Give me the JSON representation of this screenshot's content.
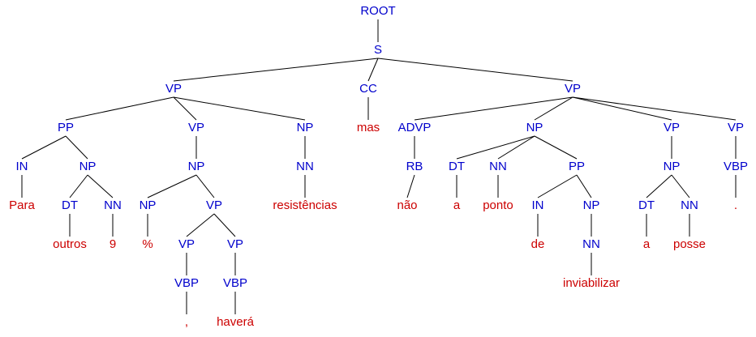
{
  "colors": {
    "phrase": "#0000cc",
    "word": "#cc0000",
    "edge": "#000000"
  },
  "nodes": [
    {
      "id": "root",
      "label": "ROOT",
      "kind": "phrase"
    },
    {
      "id": "s",
      "label": "S",
      "kind": "phrase"
    },
    {
      "id": "vp1",
      "label": "VP",
      "kind": "phrase"
    },
    {
      "id": "cc",
      "label": "CC",
      "kind": "phrase"
    },
    {
      "id": "vp2",
      "label": "VP",
      "kind": "phrase"
    },
    {
      "id": "pp1",
      "label": "PP",
      "kind": "phrase"
    },
    {
      "id": "vp1b",
      "label": "VP",
      "kind": "phrase"
    },
    {
      "id": "np1",
      "label": "NP",
      "kind": "phrase"
    },
    {
      "id": "w_mas",
      "label": "mas",
      "kind": "word"
    },
    {
      "id": "advp",
      "label": "ADVP",
      "kind": "phrase"
    },
    {
      "id": "np2",
      "label": "NP",
      "kind": "phrase"
    },
    {
      "id": "vp2b",
      "label": "VP",
      "kind": "phrase"
    },
    {
      "id": "vp2c",
      "label": "VP",
      "kind": "phrase"
    },
    {
      "id": "in1",
      "label": "IN",
      "kind": "phrase"
    },
    {
      "id": "np3",
      "label": "NP",
      "kind": "phrase"
    },
    {
      "id": "np4",
      "label": "NP",
      "kind": "phrase"
    },
    {
      "id": "nn1",
      "label": "NN",
      "kind": "phrase"
    },
    {
      "id": "rb",
      "label": "RB",
      "kind": "phrase"
    },
    {
      "id": "dt2",
      "label": "DT",
      "kind": "phrase"
    },
    {
      "id": "nn3",
      "label": "NN",
      "kind": "phrase"
    },
    {
      "id": "pp2",
      "label": "PP",
      "kind": "phrase"
    },
    {
      "id": "np8",
      "label": "NP",
      "kind": "phrase"
    },
    {
      "id": "vbp3",
      "label": "VBP",
      "kind": "phrase"
    },
    {
      "id": "w_para",
      "label": "Para",
      "kind": "word"
    },
    {
      "id": "dt1",
      "label": "DT",
      "kind": "phrase"
    },
    {
      "id": "nn2",
      "label": "NN",
      "kind": "phrase"
    },
    {
      "id": "np5",
      "label": "NP",
      "kind": "phrase"
    },
    {
      "id": "vp3",
      "label": "VP",
      "kind": "phrase"
    },
    {
      "id": "w_resist",
      "label": "resistências",
      "kind": "word"
    },
    {
      "id": "w_nao",
      "label": "não",
      "kind": "word"
    },
    {
      "id": "w_a1",
      "label": "a",
      "kind": "word"
    },
    {
      "id": "w_ponto",
      "label": "ponto",
      "kind": "word"
    },
    {
      "id": "in2",
      "label": "IN",
      "kind": "phrase"
    },
    {
      "id": "np9",
      "label": "NP",
      "kind": "phrase"
    },
    {
      "id": "dt3",
      "label": "DT",
      "kind": "phrase"
    },
    {
      "id": "nn5",
      "label": "NN",
      "kind": "phrase"
    },
    {
      "id": "w_dot",
      "label": ".",
      "kind": "word"
    },
    {
      "id": "w_outros",
      "label": "outros",
      "kind": "word"
    },
    {
      "id": "w_9",
      "label": "9",
      "kind": "word"
    },
    {
      "id": "w_pct",
      "label": "%",
      "kind": "word"
    },
    {
      "id": "vp4",
      "label": "VP",
      "kind": "phrase"
    },
    {
      "id": "vp5",
      "label": "VP",
      "kind": "phrase"
    },
    {
      "id": "w_de",
      "label": "de",
      "kind": "word"
    },
    {
      "id": "nn4",
      "label": "NN",
      "kind": "phrase"
    },
    {
      "id": "w_a2",
      "label": "a",
      "kind": "word"
    },
    {
      "id": "w_posse",
      "label": "posse",
      "kind": "word"
    },
    {
      "id": "vbp1",
      "label": "VBP",
      "kind": "phrase"
    },
    {
      "id": "vbp2",
      "label": "VBP",
      "kind": "phrase"
    },
    {
      "id": "w_inviab",
      "label": "inviabilizar",
      "kind": "word"
    },
    {
      "id": "w_comma",
      "label": ",",
      "kind": "word"
    },
    {
      "id": "w_havera",
      "label": "haverá",
      "kind": "word"
    }
  ],
  "edges": [
    [
      "root",
      "s"
    ],
    [
      "s",
      "vp1"
    ],
    [
      "s",
      "cc"
    ],
    [
      "s",
      "vp2"
    ],
    [
      "vp1",
      "pp1"
    ],
    [
      "vp1",
      "vp1b"
    ],
    [
      "vp1",
      "np1"
    ],
    [
      "cc",
      "w_mas"
    ],
    [
      "vp2",
      "advp"
    ],
    [
      "vp2",
      "np2"
    ],
    [
      "vp2",
      "vp2b"
    ],
    [
      "vp2",
      "vp2c"
    ],
    [
      "pp1",
      "in1"
    ],
    [
      "pp1",
      "np3"
    ],
    [
      "vp1b",
      "np4"
    ],
    [
      "np1",
      "nn1"
    ],
    [
      "advp",
      "rb"
    ],
    [
      "np2",
      "dt2"
    ],
    [
      "np2",
      "nn3"
    ],
    [
      "np2",
      "pp2"
    ],
    [
      "vp2b",
      "np8"
    ],
    [
      "vp2c",
      "vbp3"
    ],
    [
      "in1",
      "w_para"
    ],
    [
      "np3",
      "dt1"
    ],
    [
      "np3",
      "nn2"
    ],
    [
      "np4",
      "np5"
    ],
    [
      "np4",
      "vp3"
    ],
    [
      "nn1",
      "w_resist"
    ],
    [
      "rb",
      "w_nao"
    ],
    [
      "dt2",
      "w_a1"
    ],
    [
      "nn3",
      "w_ponto"
    ],
    [
      "pp2",
      "in2"
    ],
    [
      "pp2",
      "np9"
    ],
    [
      "np8",
      "dt3"
    ],
    [
      "np8",
      "nn5"
    ],
    [
      "vbp3",
      "w_dot"
    ],
    [
      "dt1",
      "w_outros"
    ],
    [
      "nn2",
      "w_9"
    ],
    [
      "np5",
      "w_pct"
    ],
    [
      "vp3",
      "vp4"
    ],
    [
      "vp3",
      "vp5"
    ],
    [
      "in2",
      "w_de"
    ],
    [
      "np9",
      "nn4"
    ],
    [
      "dt3",
      "w_a2"
    ],
    [
      "nn5",
      "w_posse"
    ],
    [
      "vp4",
      "vbp1"
    ],
    [
      "vp5",
      "vbp2"
    ],
    [
      "nn4",
      "w_inviab"
    ],
    [
      "vbp1",
      "w_comma"
    ],
    [
      "vbp2",
      "w_havera"
    ]
  ]
}
